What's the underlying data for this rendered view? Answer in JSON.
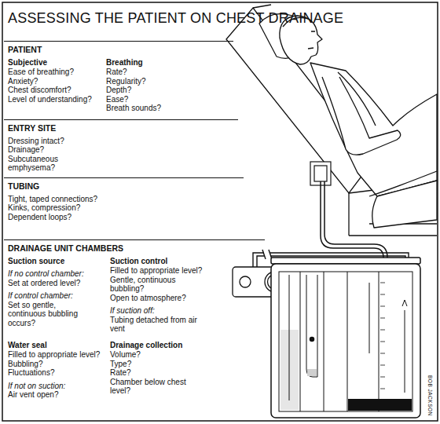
{
  "diagram": {
    "title": "ASSESSING THE PATIENT ON CHEST DRAINAGE",
    "nodes": [
      {
        "text": [
          "PATIENT"
        ]
      },
      {
        "text": [
          "Subjective",
          "Ease of breathing?",
          "Anxiety?",
          "Chest discomfort?",
          "Level of understanding?"
        ],
        "in": 0
      },
      {
        "text": [
          "Breathing",
          "Rate?",
          "Regularity?",
          "Depth?",
          "Ease?",
          "Breath sounds?"
        ],
        "in": 0
      },
      {
        "text": [
          "ENTRY SITE",
          "Dressing intact?",
          "Drainage?",
          "Subcutaneous emphysema?"
        ]
      },
      {
        "text": [
          "TUBING",
          "Tight, taped connections?",
          "Kinks, compression?",
          "Dependent loops?"
        ]
      },
      {
        "text": [
          "DRAINAGE UNIT CHAMBERS"
        ]
      },
      {
        "text": [
          "Suction source",
          "If no control chamber:",
          "Set at ordered level?",
          "If control chamber:",
          "Set so gentle, continuous bubbling occurs?"
        ],
        "in": 5
      },
      {
        "text": [
          "Suction control",
          "Filled to appropriate level?",
          "Gentle, continuous bubbling?",
          "Open to atmosphere?",
          "If suction off:",
          "Tubing detached from air vent"
        ],
        "in": 5
      },
      {
        "text": [
          "Water seal",
          "Filled to appropriate level?",
          "Bubbling?",
          "Fluctuations?",
          "If not on suction:",
          "Air vent open?"
        ],
        "in": 5
      },
      {
        "text": [
          "Drainage collection",
          "Volume?",
          "Type?",
          "Rate?",
          "Chamber below chest level?"
        ],
        "in": 5
      }
    ],
    "labels": [
      "BOB JACKSON"
    ]
  }
}
